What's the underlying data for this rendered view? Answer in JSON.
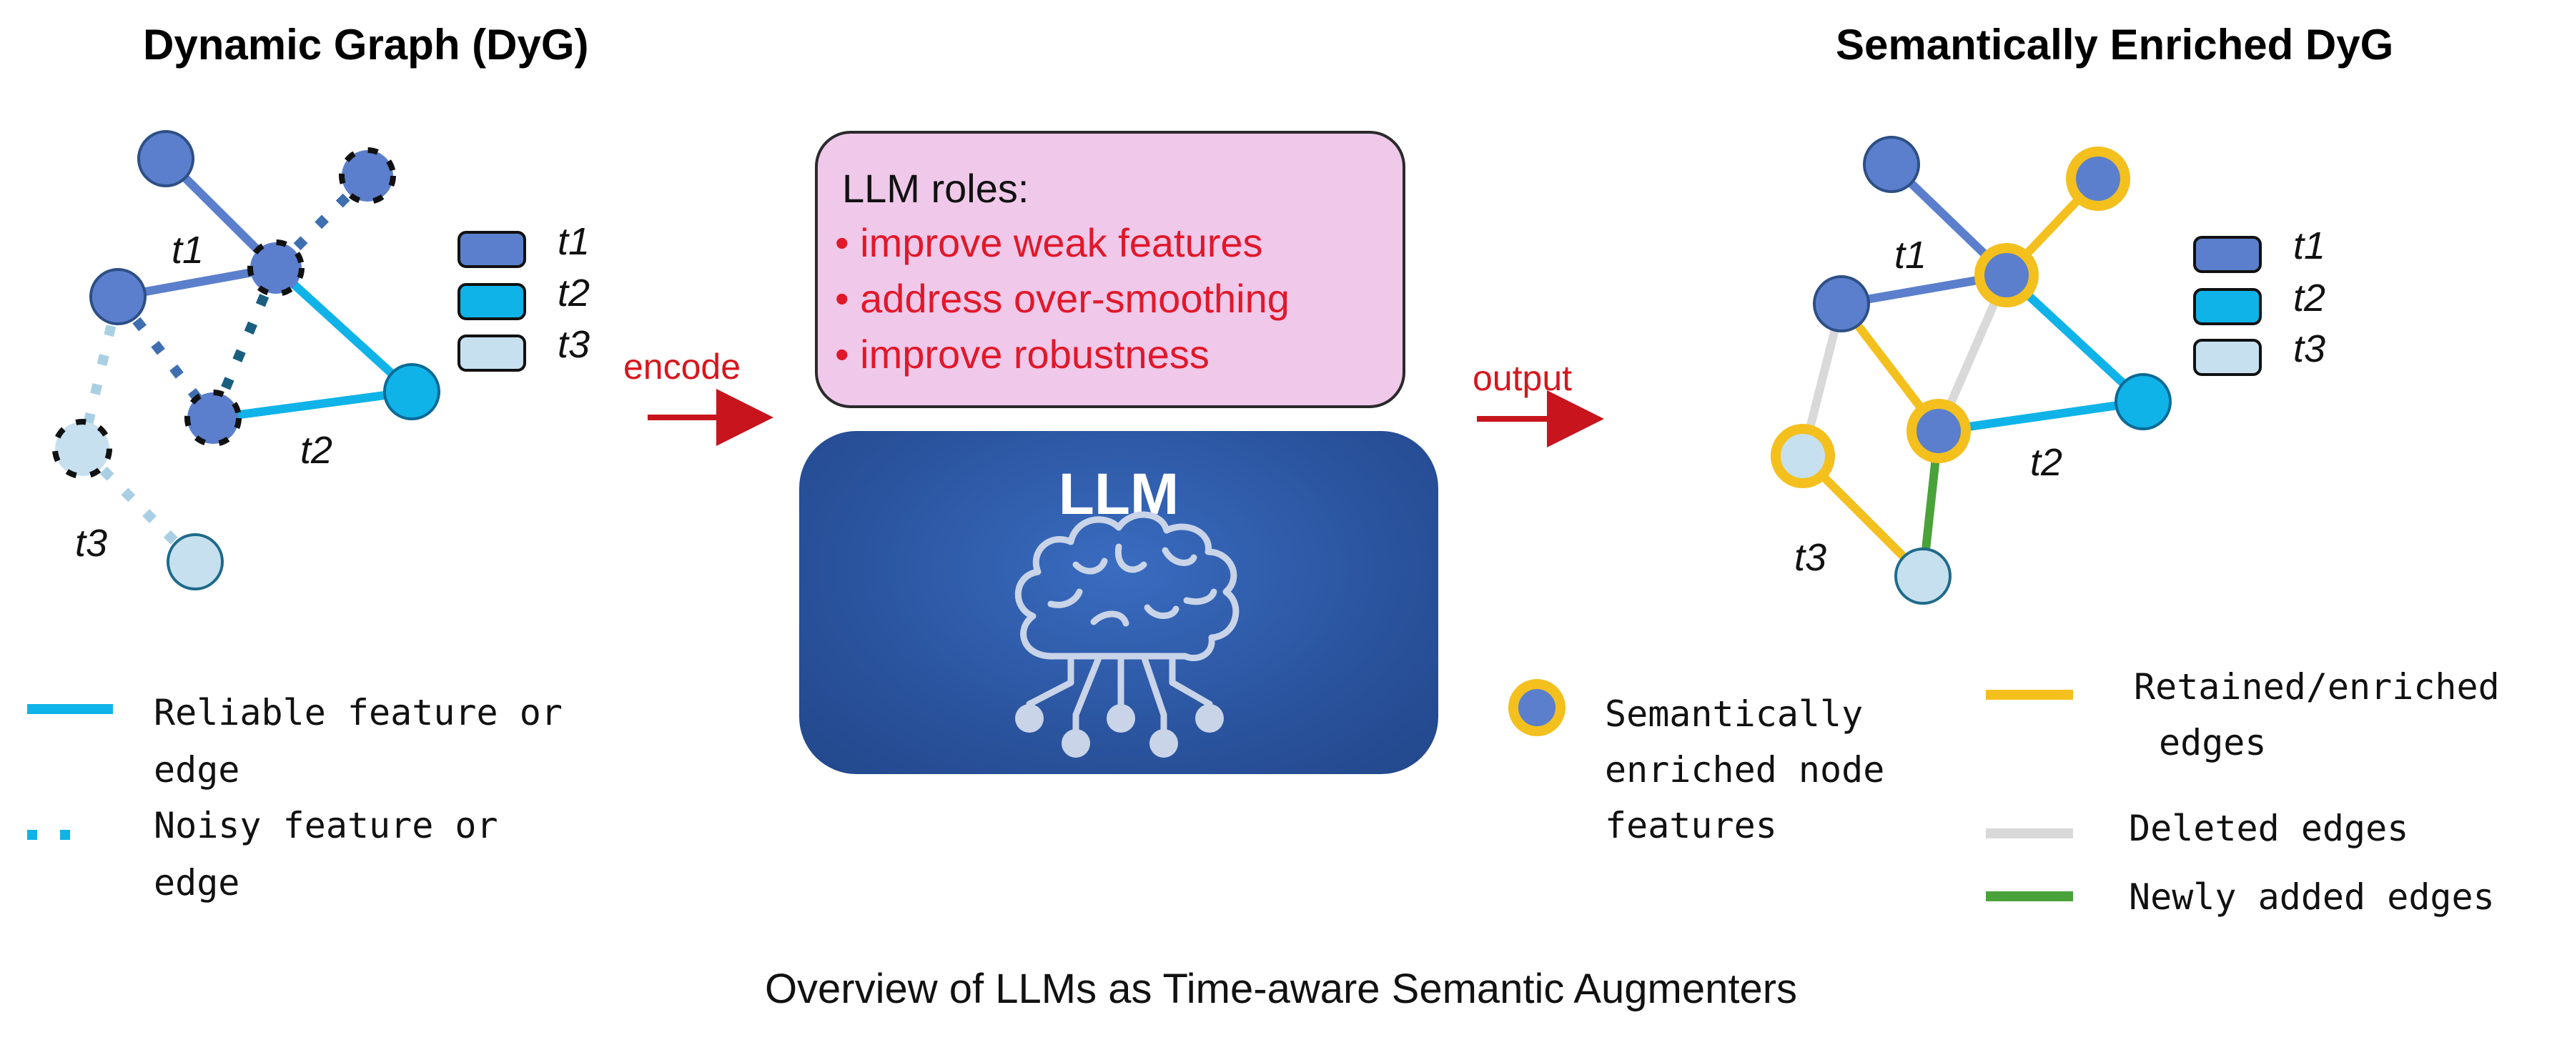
{
  "left_panel": {
    "title": "Dynamic Graph (DyG)",
    "edge_labels": {
      "t1": "t1",
      "t2": "t2",
      "t3": "t3"
    },
    "legend": [
      "t1",
      "t2",
      "t3"
    ],
    "line_legend": {
      "reliable": "Reliable feature or edge",
      "reliable_line1": "Reliable feature or",
      "reliable_line2": "edge",
      "noisy_line1": "Noisy  feature or",
      "noisy_line2": "edge"
    }
  },
  "middle": {
    "encode_label": "encode",
    "output_label": "output",
    "roles_title": "LLM roles:",
    "roles": [
      "• improve weak features",
      "• address over-smoothing",
      "• improve robustness"
    ],
    "llm_label": "LLM"
  },
  "right_panel": {
    "title": "Semantically Enriched DyG",
    "edge_labels": {
      "t1": "t1",
      "t2": "t2",
      "t3": "t3"
    },
    "legend": [
      "t1",
      "t2",
      "t3"
    ],
    "node_legend": [
      "Semantically",
      "enriched node",
      "features"
    ],
    "edge_legend": {
      "retained_line1": "Retained/enriched",
      "retained_line2": "edges",
      "deleted": "Deleted edges",
      "added": "Newly added edges"
    }
  },
  "caption": "Overview of LLMs as Time-aware Semantic Augmenters",
  "colors": {
    "t1": "#5b7fcc",
    "t2": "#0fb3e8",
    "t3": "#c6e0f0",
    "enriched_ring": "#f4c01e",
    "deleted": "#d9d9d9",
    "added": "#4aa23a",
    "roles_bg": "#efc8ea",
    "llm_bg": "#2b55a0",
    "accent_red": "#d8161e"
  }
}
